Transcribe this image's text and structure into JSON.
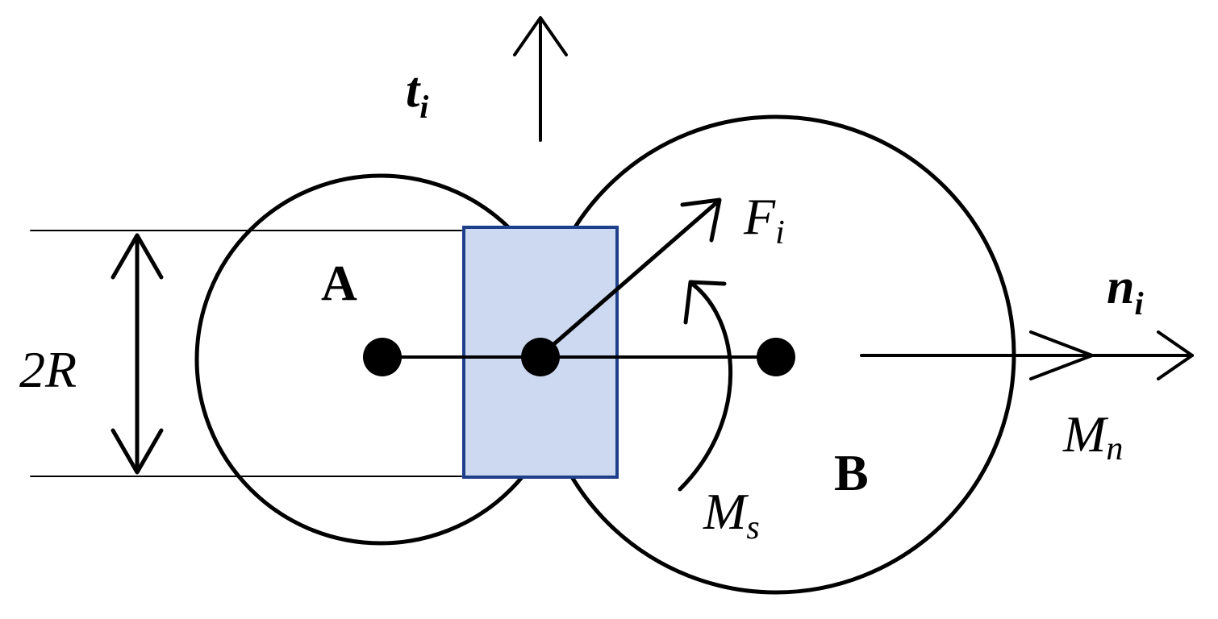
{
  "labels": {
    "t_main": "t",
    "t_sub": "i",
    "F_main": "F",
    "F_sub": "i",
    "n_main": "n",
    "n_sub": "i",
    "Mn_main": "M",
    "Mn_sub": "n",
    "Ms_main": "M",
    "Ms_sub": "s",
    "A": "A",
    "B": "B",
    "twoR": "2R"
  },
  "colors": {
    "stroke": "#000000",
    "contact_fill": "#cdd9f0",
    "contact_stroke": "#1e3f8a"
  }
}
